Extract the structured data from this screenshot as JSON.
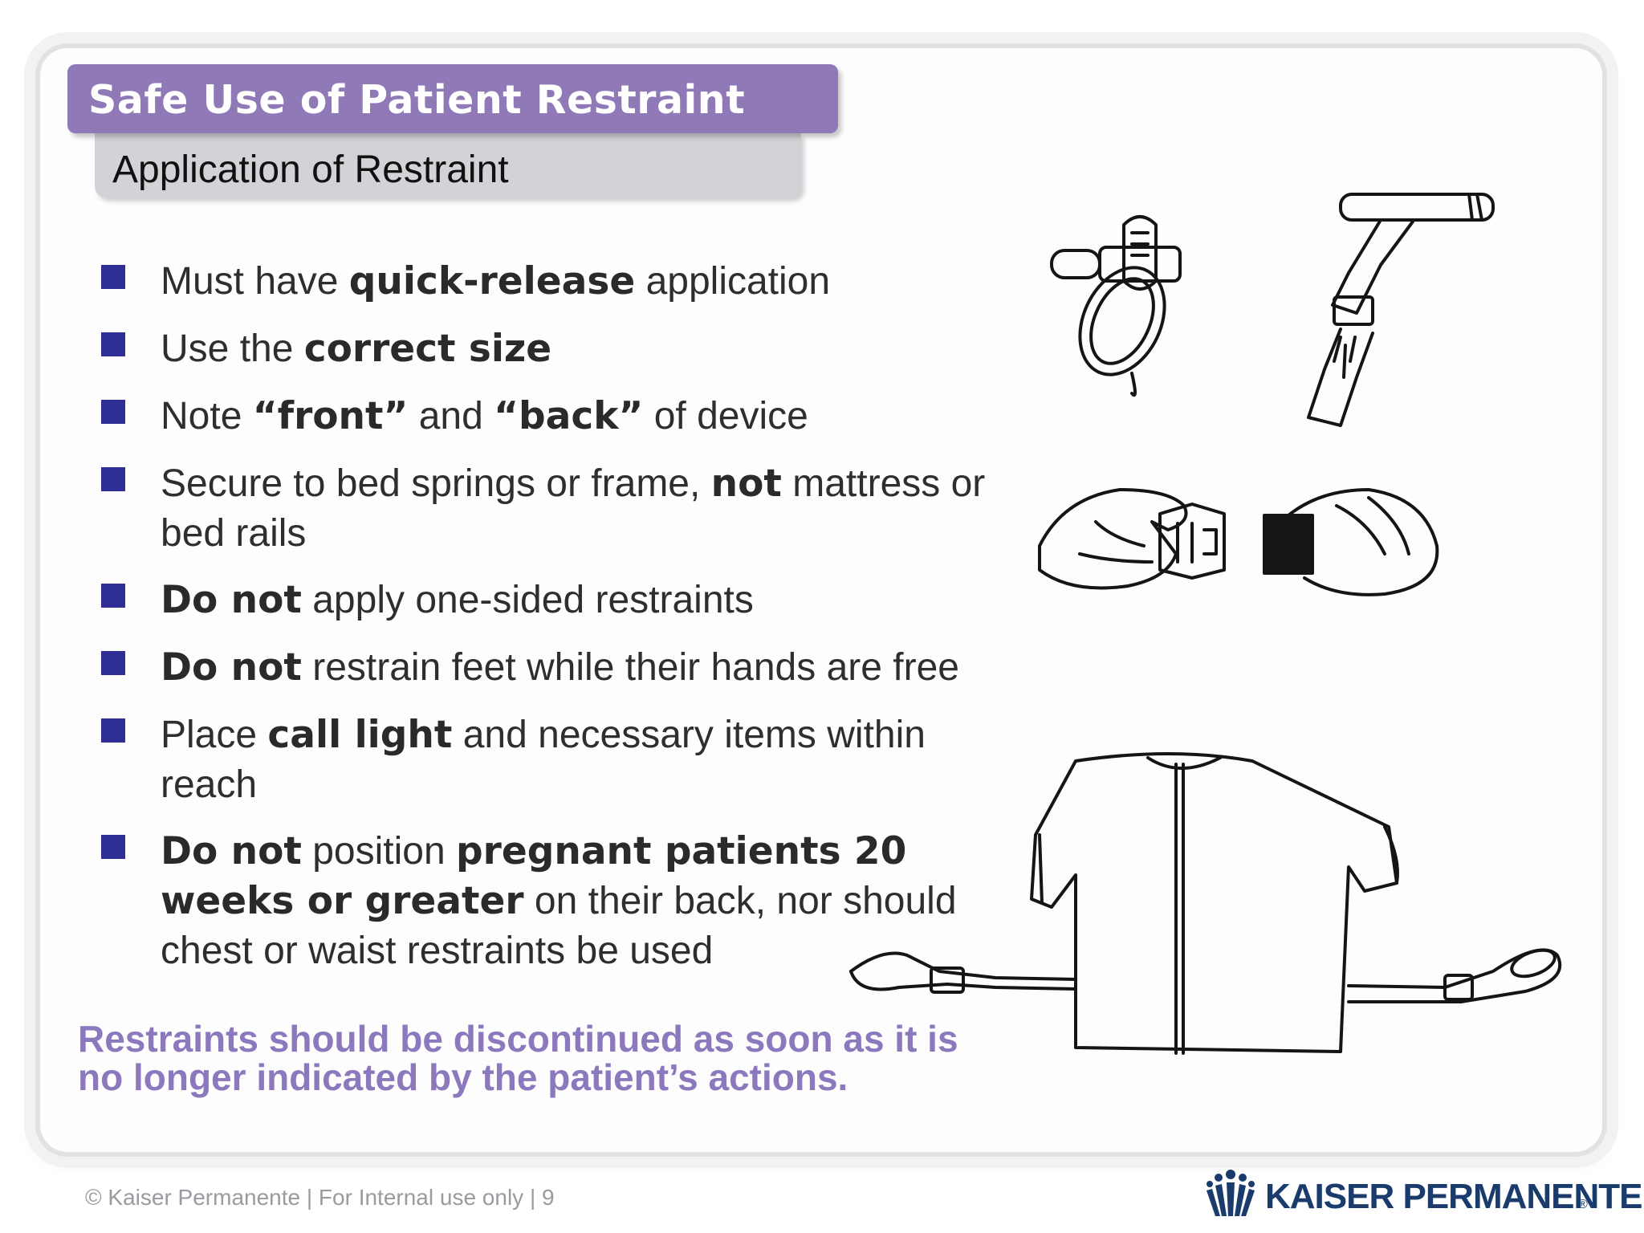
{
  "slide": {
    "title": "Safe Use of Patient Restraint",
    "subtitle": "Application of Restraint"
  },
  "bullets": [
    {
      "parts": [
        {
          "t": "Must have "
        },
        {
          "t": "quick-release",
          "b": true
        },
        {
          "t": " application"
        }
      ]
    },
    {
      "parts": [
        {
          "t": "Use the "
        },
        {
          "t": "correct size",
          "b": true
        }
      ]
    },
    {
      "parts": [
        {
          "t": "Note "
        },
        {
          "t": "“front”",
          "b": true
        },
        {
          "t": " and "
        },
        {
          "t": "“back”",
          "b": true
        },
        {
          "t": " of device"
        }
      ]
    },
    {
      "parts": [
        {
          "t": "Secure to bed springs or frame, "
        },
        {
          "t": "not",
          "b": true
        },
        {
          "t": " mattress or bed rails"
        }
      ]
    },
    {
      "parts": [
        {
          "t": "Do not",
          "b": true
        },
        {
          "t": " apply one-sided restraints"
        }
      ]
    },
    {
      "parts": [
        {
          "t": "Do not",
          "b": true
        },
        {
          "t": " restrain feet while their hands are free"
        }
      ]
    },
    {
      "parts": [
        {
          "t": "Place "
        },
        {
          "t": "call light",
          "b": true
        },
        {
          "t": " and necessary items within reach"
        }
      ]
    },
    {
      "parts": [
        {
          "t": "Do not",
          "b": true
        },
        {
          "t": " position "
        },
        {
          "t": "pregnant patients 20 weeks or greater",
          "b": true
        },
        {
          "t": " on their back, nor should chest or waist restraints be used"
        }
      ]
    }
  ],
  "callout": "Restraints should be discontinued as soon as it is no longer indicated by the patient’s actions.",
  "footer": {
    "text": "© Kaiser Permanente | For Internal use only | 9",
    "brand": "KAISER PERMANENTE"
  },
  "colors": {
    "title_bar": "#8f79b6",
    "subtitle_bar": "#d3d2d6",
    "bullet_square": "#2f2e97",
    "callout_text": "#8c78bd",
    "brand_blue": "#1a3c6c"
  },
  "icons": [
    "restraint-strap-illustration",
    "quick-release-buckle-illustration",
    "restraint-vest-illustration",
    "kaiser-permanente-logo-icon"
  ]
}
